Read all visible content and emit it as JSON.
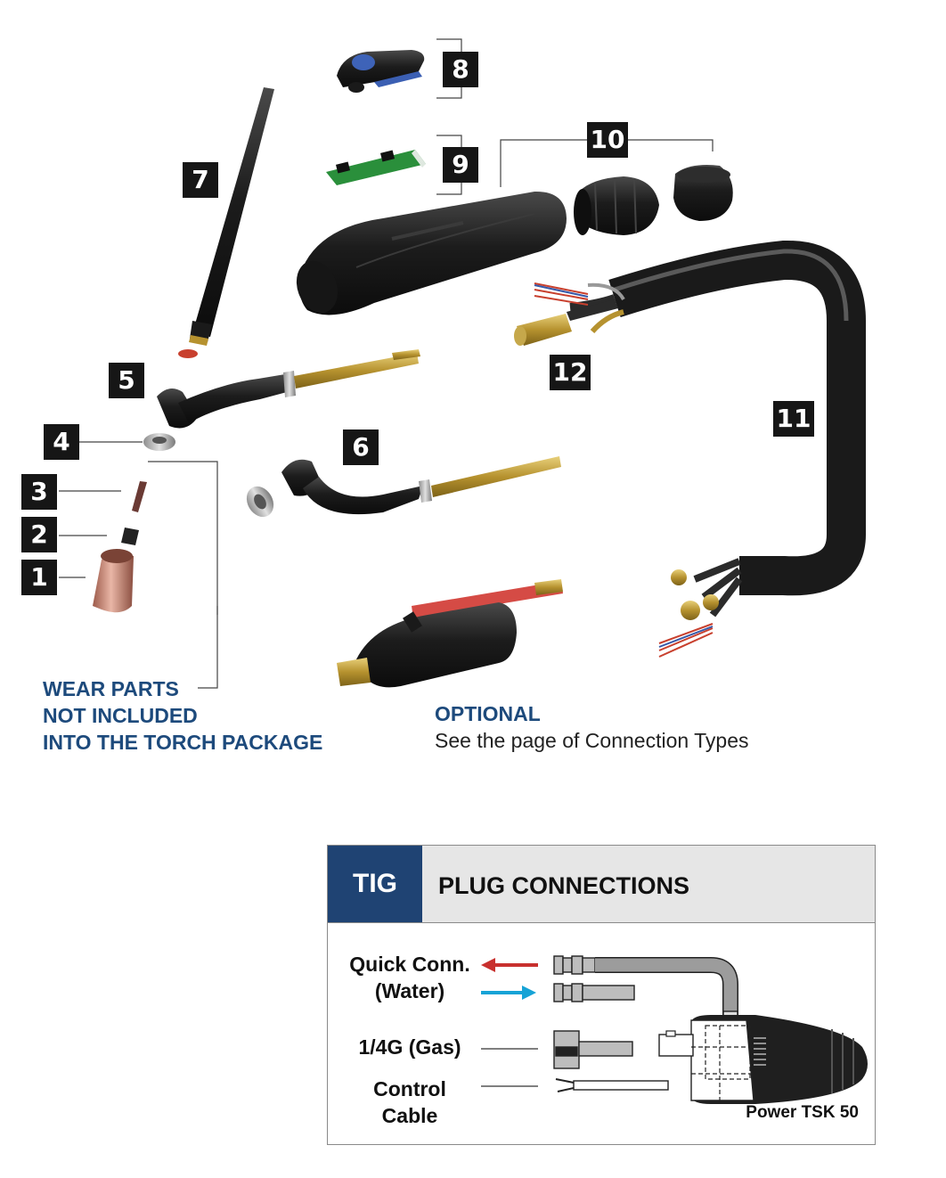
{
  "part_numbers": [
    "1",
    "2",
    "3",
    "4",
    "5",
    "6",
    "7",
    "8",
    "9",
    "10",
    "11",
    "12"
  ],
  "notes": {
    "wear_parts": [
      "WEAR PARTS",
      "NOT INCLUDED",
      "INTO THE TORCH PACKAGE"
    ],
    "optional_title": "OPTIONAL",
    "optional_text": "See the page of Connection Types"
  },
  "plug_panel": {
    "tag": "TIG",
    "title": "PLUG CONNECTIONS",
    "labels": {
      "quick_conn": "Quick Conn.",
      "water": "(Water)",
      "gas": "1/4G (Gas)",
      "control_1": "Control",
      "control_2": "Cable"
    },
    "model": "Power TSK 50",
    "colors": {
      "out_arrow": "#c8302e",
      "in_arrow": "#16a3d6",
      "tag_bg": "#1f4373"
    }
  }
}
